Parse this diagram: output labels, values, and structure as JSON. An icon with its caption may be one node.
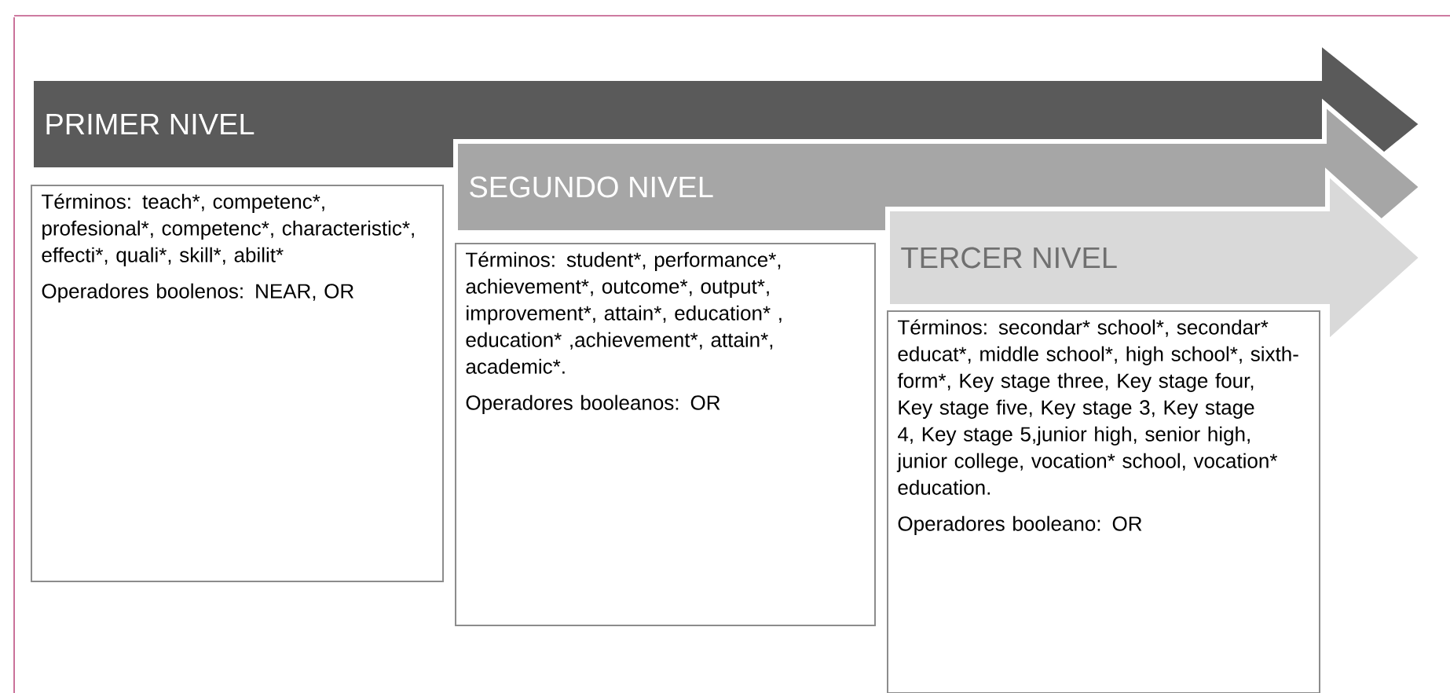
{
  "diagram": {
    "nodes": [
      {
        "text": [
          "PRIMER NIVEL"
        ]
      },
      {
        "text": [
          "Términos:  teach*, competenc*, profesional*, competenc*, characteristic*, effecti*, quali*, skill*, abilit*",
          "Operadores boolenos:  NEAR, OR"
        ]
      },
      {
        "text": [
          "SEGUNDO NIVEL"
        ]
      },
      {
        "text": [
          "Términos: student*, performance*,  achievement*, outcome*, output*, improvement*,   attain*, education* , education* ,achievement*, attain*, academic*.",
          "Operadores booleanos: OR"
        ]
      },
      {
        "text": [
          "TERCER NIVEL"
        ]
      },
      {
        "text": [
          "Términos: secondar* school*, secondar* educat*, middle school*, high school*, sixth-form*, Key stage three, Key stage four, Key stage five, Key stage 3, Key stage 4, Key stage 5,junior high, senior high, junior college, vocation* school, vocation* education.",
          "Operadores booleano: OR"
        ]
      }
    ]
  }
}
